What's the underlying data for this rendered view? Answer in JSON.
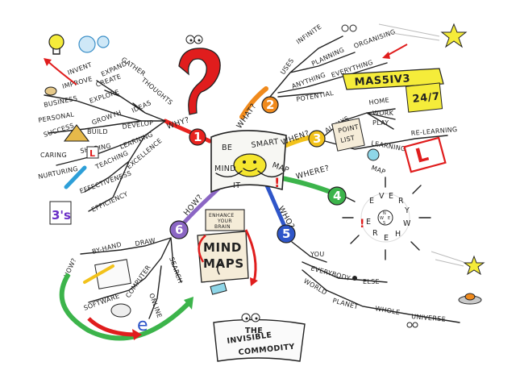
{
  "center": {
    "words": [
      "BE",
      "SMART",
      "MAP",
      "IT",
      "MIND"
    ]
  },
  "branches": {
    "why": {
      "question": "WHY?",
      "number": "1",
      "words": [
        "GATHER",
        "THOUGHTS",
        "EXPAND",
        "INVENT",
        "IMPROVE",
        "CREATE",
        "EXPLORE",
        "IDEAS",
        "BUSINESS",
        "PERSONAL",
        "SUCCESS",
        "GROWTH",
        "BUILD",
        "DEVELOP",
        "CARING",
        "SHARING",
        "LEARNING",
        "NURTURING",
        "TEACHING",
        "EFFECTIVENESS",
        "EXCELLENCE",
        "EFFICIENCY"
      ]
    },
    "what": {
      "question": "WHAT?",
      "number": "2",
      "words": [
        "USES",
        "INFINITE",
        "PLANNING",
        "ORGANISING",
        "ANYTHING",
        "EVERYTHING",
        "POTENTIAL"
      ],
      "banner": "MAS5IV3"
    },
    "when": {
      "question": "WHEN?",
      "number": "3",
      "words": [
        "ALWAYS",
        "HOME",
        "WORK",
        "PLAY",
        "RE-LEARNING",
        "LEARNING",
        "POINT",
        "LIST",
        "MAP"
      ],
      "note": "24/7"
    },
    "where": {
      "question": "WHERE?",
      "number": "4",
      "circle_letters": [
        "E",
        "V",
        "E",
        "R",
        "Y",
        "W",
        "H",
        "E",
        "R",
        "E"
      ],
      "compass": [
        "N",
        "W",
        "E",
        "S"
      ]
    },
    "who": {
      "question": "WHO?",
      "number": "5",
      "words": [
        "YOU",
        "EVERYBODY",
        "ELSE",
        "WORLD",
        "PLANET",
        "WHOLE",
        "UNIVERSE"
      ]
    },
    "how": {
      "question": "HOW?",
      "number": "6",
      "words": [
        "BY-HAND",
        "DRAW",
        "SOFTWARE",
        "COMPUTER",
        "SEARCH",
        "ONLINE"
      ],
      "sign": [
        "ENHANCE",
        "YOUR",
        "BRAIN"
      ],
      "board": [
        "MIND",
        "MAPS"
      ],
      "badge": "3's",
      "banner": [
        "THE",
        "INVISIBLE",
        "COMMODITY"
      ]
    }
  },
  "colors": {
    "why": "#e8231f",
    "what": "#f08a1c",
    "when": "#f2c21b",
    "where": "#3cb44b",
    "who": "#2f56c9",
    "how": "#8b66c4",
    "banner_yellow": "#f5ec3a",
    "question_mark": "#e01d1d"
  }
}
